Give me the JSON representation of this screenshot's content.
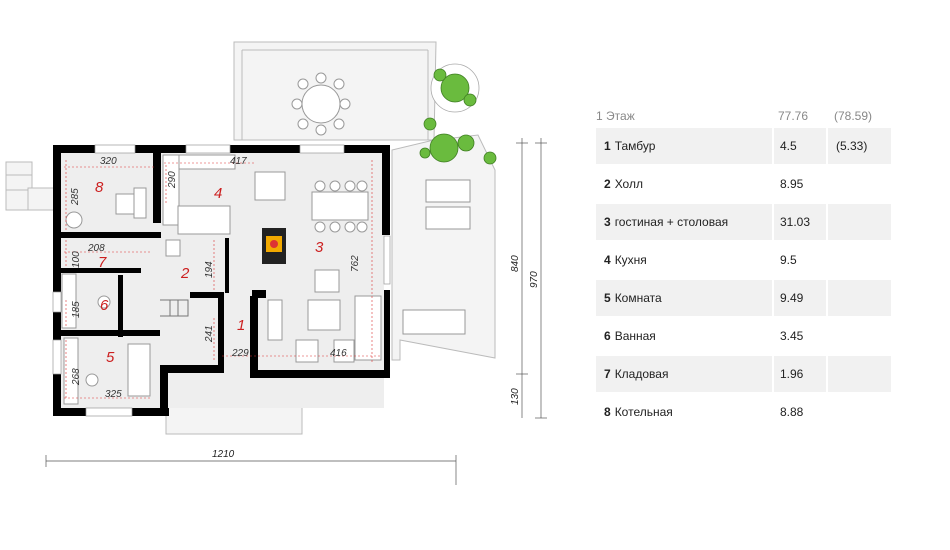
{
  "rooms_table": {
    "header": {
      "label": "Этаж",
      "number": "1",
      "area": "77.76",
      "area_alt": "(78.59)"
    },
    "rows": [
      {
        "number": "1",
        "name": "Тамбур",
        "area": "4.5",
        "area_alt": "(5.33)"
      },
      {
        "number": "2",
        "name": "Холл",
        "area": "8.95",
        "area_alt": ""
      },
      {
        "number": "3",
        "name": "гостиная + столовая",
        "area": "31.03",
        "area_alt": ""
      },
      {
        "number": "4",
        "name": "Кухня",
        "area": "9.5",
        "area_alt": ""
      },
      {
        "number": "5",
        "name": "Комната",
        "area": "9.49",
        "area_alt": ""
      },
      {
        "number": "6",
        "name": "Ванная",
        "area": "3.45",
        "area_alt": ""
      },
      {
        "number": "7",
        "name": "Кладовая",
        "area": "1.96",
        "area_alt": ""
      },
      {
        "number": "8",
        "name": "Котельная",
        "area": "8.88",
        "area_alt": ""
      }
    ]
  },
  "plan": {
    "room_numbers": [
      "1",
      "2",
      "3",
      "4",
      "5",
      "6",
      "7",
      "8"
    ],
    "room_dimensions": {
      "r8_width": "320",
      "r8_height": "285",
      "r4_width": "417",
      "r4_height": "290",
      "r7_width": "208",
      "r7_height": "100",
      "r2_height": "194",
      "r3_height": "762",
      "r6_height": "185",
      "r1_height": "241",
      "r1_width": "229",
      "r3_width": "416",
      "r5_height": "268",
      "r5_width": "325"
    },
    "overall_dimensions": {
      "width": "1210",
      "depth_main": "840",
      "depth_total": "970",
      "depth_porch": "130"
    }
  },
  "colors": {
    "wall": "#000000",
    "room_label": "#cc1f1f",
    "floor": "#eeeeee",
    "fireplace": "#f2a900"
  }
}
